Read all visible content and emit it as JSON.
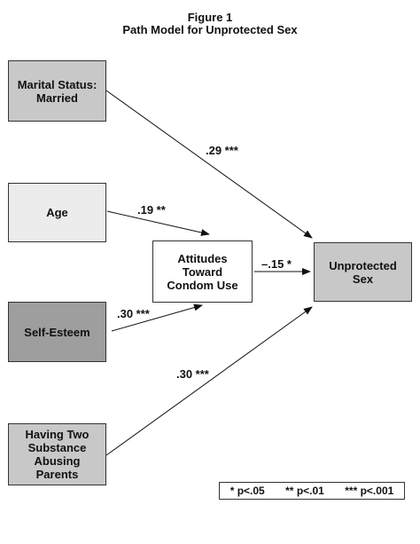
{
  "figure": {
    "number": "Figure 1",
    "title": "Path Model for Unprotected Sex"
  },
  "nodes": {
    "marital": {
      "line1": "Marital Status:",
      "line2": "Married",
      "color": "#c8c8c8"
    },
    "age": {
      "line1": "Age",
      "color": "#ececec"
    },
    "self_esteem": {
      "line1": "Self-Esteem",
      "color": "#9e9e9e"
    },
    "parents": {
      "line1": "Having Two",
      "line2": "Substance",
      "line3": "Abusing",
      "line4": "Parents",
      "color": "#c8c8c8"
    },
    "attitudes": {
      "line1": "Attitudes",
      "line2": "Toward",
      "line3": "Condom Use",
      "color": "#ffffff"
    },
    "outcome": {
      "line1": "Unprotected",
      "line2": "Sex",
      "color": "#c8c8c8"
    }
  },
  "paths": {
    "marital_outcome": ".29 ***",
    "age_attitudes": ".19 **",
    "attitudes_outcome": "–.15 *",
    "selfesteem_attitudes": ".30 ***",
    "parents_outcome": ".30 ***"
  },
  "legend": {
    "p05": "* p<.05",
    "p01": "** p<.01",
    "p001": "*** p<.001"
  }
}
